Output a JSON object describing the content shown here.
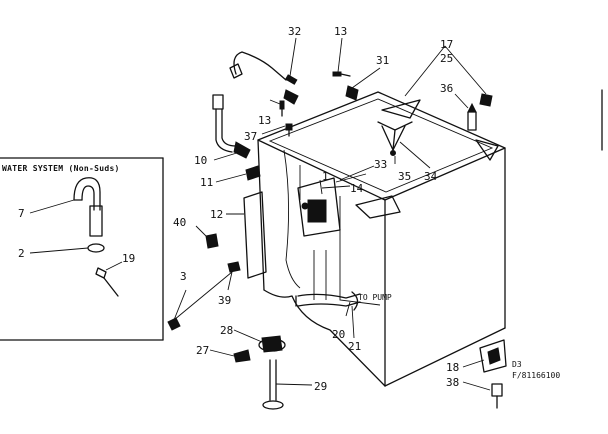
{
  "diagram": {
    "box_title": "WATER SYSTEM (Non-Suds)",
    "ref_code": "D3",
    "figure_id": "F/81166100",
    "pump_label": "TO PUMP",
    "callouts": {
      "c32": "32",
      "c13a": "13",
      "c31": "31",
      "c17": "17",
      "c25": "25",
      "c36": "36",
      "c13b": "13",
      "c37": "37",
      "c33": "33",
      "c14": "14",
      "c35": "35",
      "c34": "34",
      "c10": "10",
      "c11": "11",
      "c12": "12",
      "c40": "40",
      "c39": "39",
      "c28": "28",
      "c27": "27",
      "c20": "20",
      "c21": "21",
      "c29": "29",
      "c18": "18",
      "c38": "38",
      "c1": "1",
      "c7": "7",
      "c2": "2",
      "c19": "19",
      "c3": "3"
    }
  }
}
